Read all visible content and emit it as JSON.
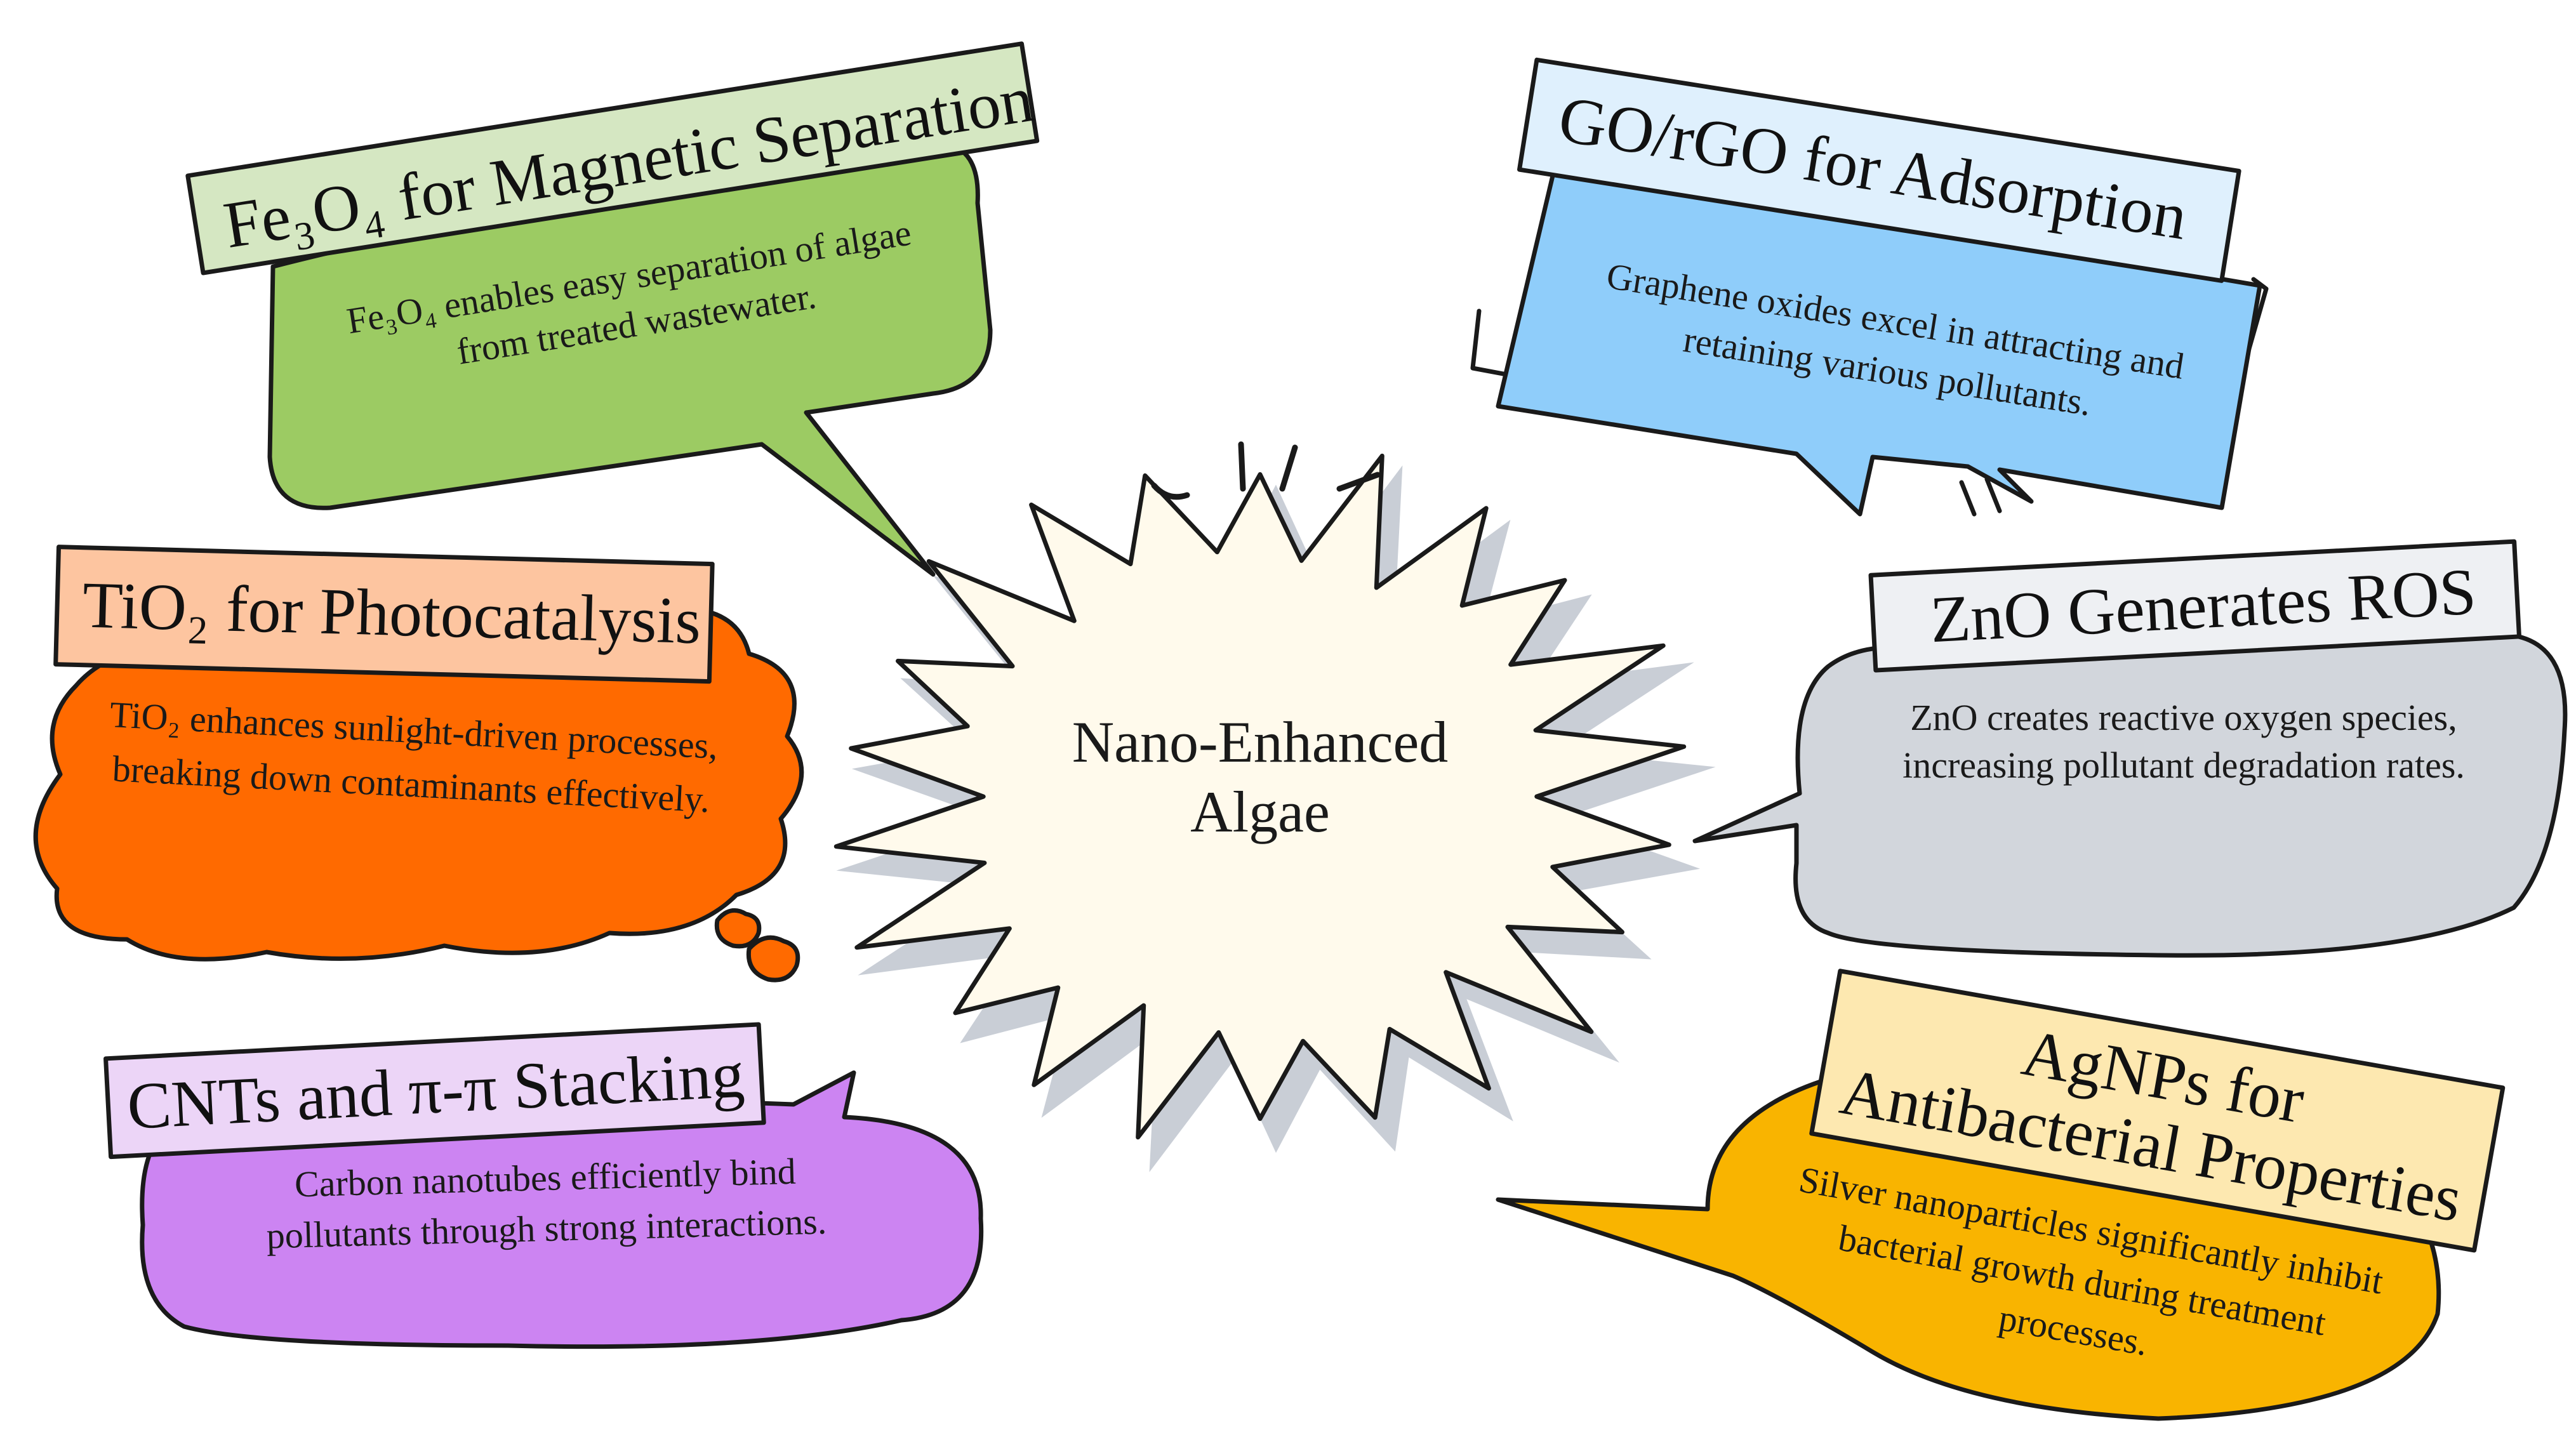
{
  "center": {
    "line1": "Nano-Enhanced",
    "line2": "Algae"
  },
  "nodes": {
    "fe3o4": {
      "title": "Fe₃O₄ for Magnetic Separation",
      "body_line1": "Fe₃O₄ enables easy separation of algae",
      "body_line2": "from treated wastewater.",
      "bubble_color": "#9ccb63",
      "label_color": "#d5e7c2"
    },
    "tio2": {
      "title": "TiO₂ for Photocatalysis",
      "body_line1": "TiO₂ enhances sunlight-driven processes,",
      "body_line2": "breaking down contaminants effectively.",
      "bubble_color": "#ff6a00",
      "label_color": "#fdc5a0"
    },
    "cnts": {
      "title": "CNTs and π-π Stacking",
      "body_line1": "Carbon nanotubes efficiently bind",
      "body_line2": "pollutants through strong interactions.",
      "bubble_color": "#cc84f2",
      "label_color": "#ecd5f7"
    },
    "go": {
      "title": "GO/rGO for Adsorption",
      "body_line1": "Graphene oxides excel in attracting and",
      "body_line2": "retaining various pollutants.",
      "bubble_color": "#8fcdfa",
      "label_color": "#dff0fd"
    },
    "zno": {
      "title": "ZnO Generates ROS",
      "body_line1": "ZnO creates reactive oxygen species,",
      "body_line2": "increasing pollutant degradation rates.",
      "bubble_color": "#d2d6dc",
      "label_color": "#eef0f3"
    },
    "agnps": {
      "title_line1": "AgNPs for",
      "title_line2": "Antibacterial Properties",
      "body_line1": "Silver nanoparticles significantly inhibit",
      "body_line2": "bacterial growth during treatment",
      "body_line3": "processes.",
      "bubble_color": "#f9b400",
      "label_color": "#fde8b0"
    }
  },
  "colors": {
    "center_fill": "#fffaec",
    "outline": "#1a1a1a",
    "shadow": "#c9ced6"
  }
}
